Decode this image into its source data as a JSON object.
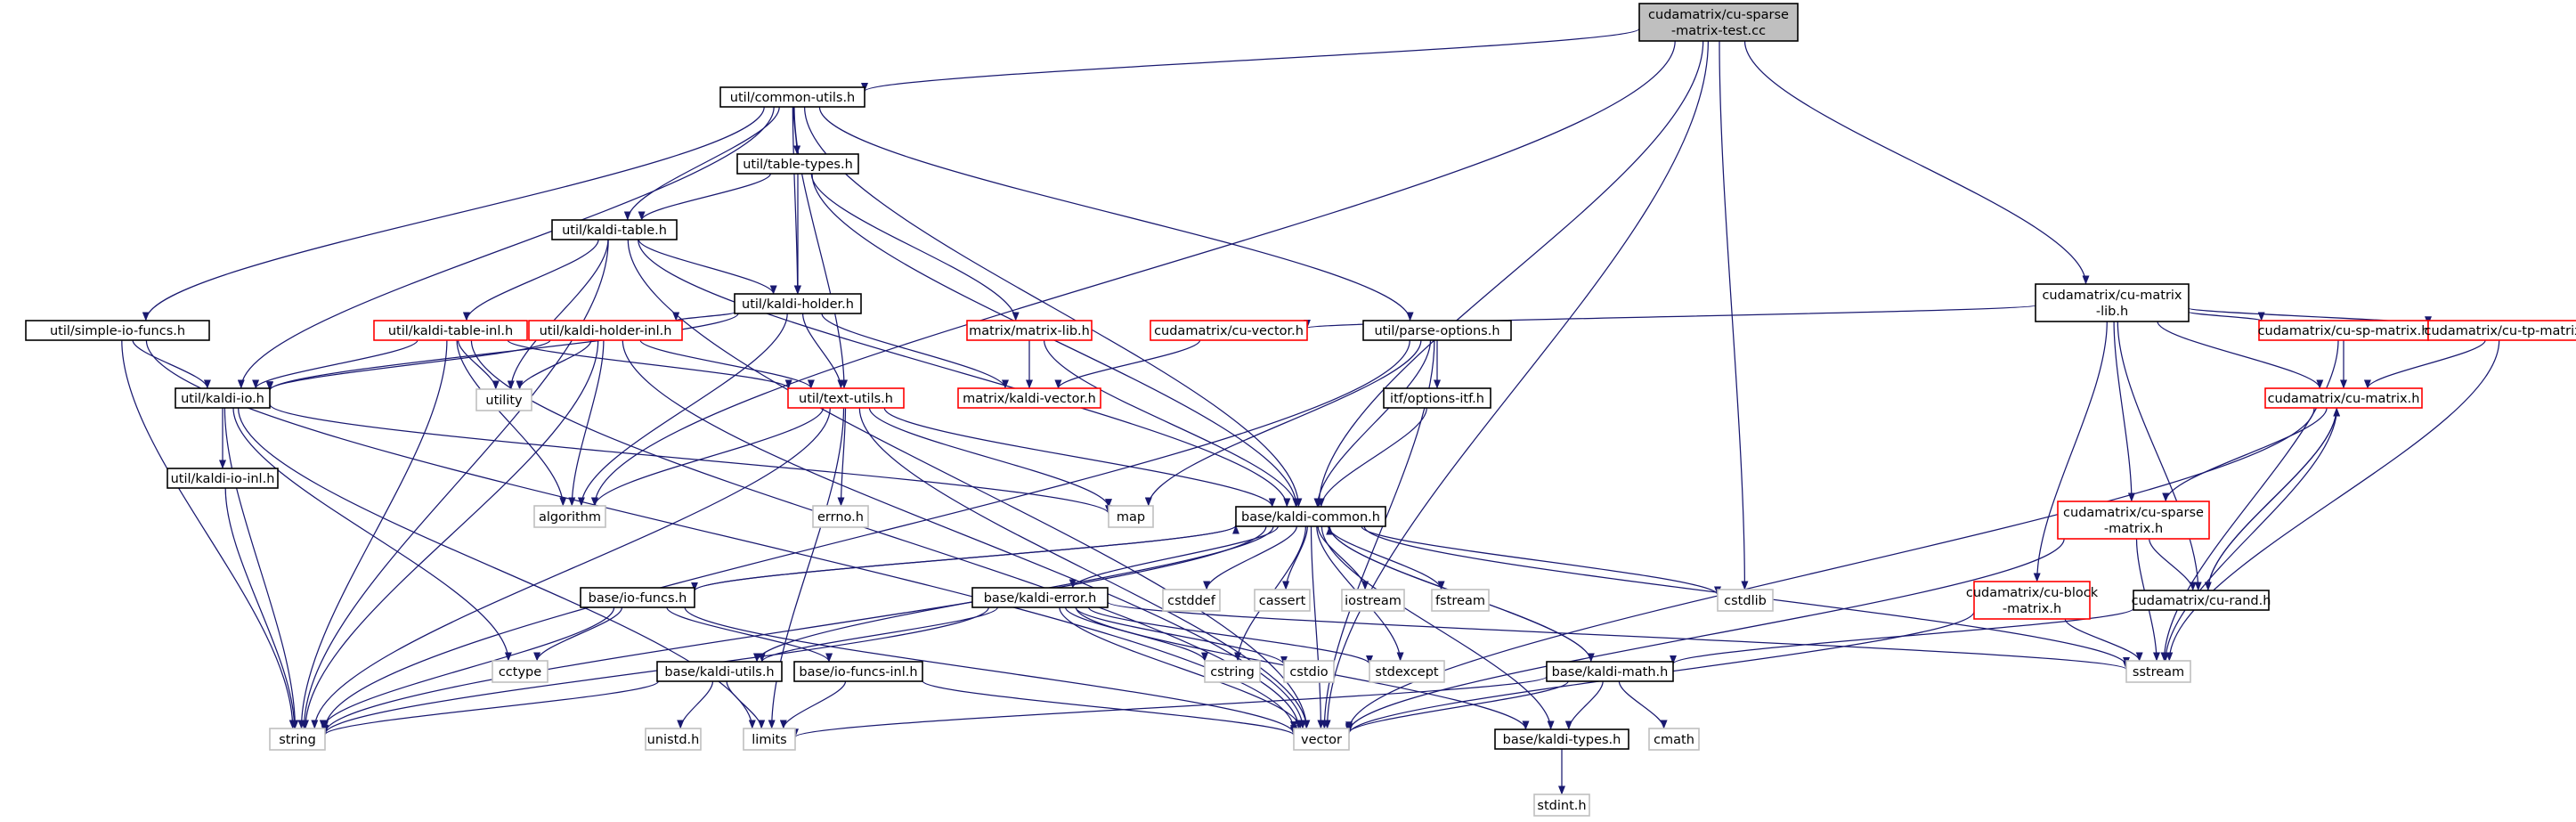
{
  "colors": {
    "edge": "#191970",
    "root_fill": "#bfbfbf",
    "node_border": "#000000",
    "red_border": "#ff0000",
    "system_border": "#bfbfbf",
    "system_text": "#404040",
    "text": "#000000",
    "background": "#ffffff"
  },
  "nodes": [
    {
      "id": "root",
      "lines": [
        "cudamatrix/cu-sparse",
        "-matrix-test.cc"
      ],
      "kind": "root"
    },
    {
      "id": "common_utils",
      "lines": [
        "util/common-utils.h"
      ],
      "kind": "normal"
    },
    {
      "id": "table_types",
      "lines": [
        "util/table-types.h"
      ],
      "kind": "normal"
    },
    {
      "id": "kaldi_table",
      "lines": [
        "util/kaldi-table.h"
      ],
      "kind": "normal"
    },
    {
      "id": "kaldi_holder",
      "lines": [
        "util/kaldi-holder.h"
      ],
      "kind": "normal"
    },
    {
      "id": "simple_io",
      "lines": [
        "util/simple-io-funcs.h"
      ],
      "kind": "normal"
    },
    {
      "id": "table_inl",
      "lines": [
        "util/kaldi-table-inl.h"
      ],
      "kind": "red"
    },
    {
      "id": "holder_inl",
      "lines": [
        "util/kaldi-holder-inl.h"
      ],
      "kind": "red"
    },
    {
      "id": "matrix_lib",
      "lines": [
        "matrix/matrix-lib.h"
      ],
      "kind": "red"
    },
    {
      "id": "cu_vector",
      "lines": [
        "cudamatrix/cu-vector.h"
      ],
      "kind": "red"
    },
    {
      "id": "parse_options",
      "lines": [
        "util/parse-options.h"
      ],
      "kind": "normal"
    },
    {
      "id": "cu_matrix_lib",
      "lines": [
        "cudamatrix/cu-matrix",
        "-lib.h"
      ],
      "kind": "normal"
    },
    {
      "id": "cu_sp",
      "lines": [
        "cudamatrix/cu-sp-matrix.h"
      ],
      "kind": "red"
    },
    {
      "id": "cu_tp",
      "lines": [
        "cudamatrix/cu-tp-matrix.h"
      ],
      "kind": "red"
    },
    {
      "id": "kaldi_io",
      "lines": [
        "util/kaldi-io.h"
      ],
      "kind": "normal"
    },
    {
      "id": "utility",
      "lines": [
        "utility"
      ],
      "kind": "system"
    },
    {
      "id": "text_utils",
      "lines": [
        "util/text-utils.h"
      ],
      "kind": "red"
    },
    {
      "id": "kaldi_vector",
      "lines": [
        "matrix/kaldi-vector.h"
      ],
      "kind": "red"
    },
    {
      "id": "options_itf",
      "lines": [
        "itf/options-itf.h"
      ],
      "kind": "normal"
    },
    {
      "id": "cu_matrix",
      "lines": [
        "cudamatrix/cu-matrix.h"
      ],
      "kind": "red"
    },
    {
      "id": "io_inl",
      "lines": [
        "util/kaldi-io-inl.h"
      ],
      "kind": "normal"
    },
    {
      "id": "algorithm",
      "lines": [
        "algorithm"
      ],
      "kind": "system"
    },
    {
      "id": "errno",
      "lines": [
        "errno.h"
      ],
      "kind": "system"
    },
    {
      "id": "map",
      "lines": [
        "map"
      ],
      "kind": "system"
    },
    {
      "id": "kaldi_common",
      "lines": [
        "base/kaldi-common.h"
      ],
      "kind": "normal"
    },
    {
      "id": "cu_sparse",
      "lines": [
        "cudamatrix/cu-sparse",
        "-matrix.h"
      ],
      "kind": "red"
    },
    {
      "id": "io_funcs",
      "lines": [
        "base/io-funcs.h"
      ],
      "kind": "normal"
    },
    {
      "id": "kaldi_error",
      "lines": [
        "base/kaldi-error.h"
      ],
      "kind": "normal"
    },
    {
      "id": "cstddef",
      "lines": [
        "cstddef"
      ],
      "kind": "system"
    },
    {
      "id": "cassert",
      "lines": [
        "cassert"
      ],
      "kind": "system"
    },
    {
      "id": "iostream",
      "lines": [
        "iostream"
      ],
      "kind": "system"
    },
    {
      "id": "fstream",
      "lines": [
        "fstream"
      ],
      "kind": "system"
    },
    {
      "id": "cstdlib",
      "lines": [
        "cstdlib"
      ],
      "kind": "system"
    },
    {
      "id": "cu_block",
      "lines": [
        "cudamatrix/cu-block",
        "-matrix.h"
      ],
      "kind": "red"
    },
    {
      "id": "cu_rand",
      "lines": [
        "cudamatrix/cu-rand.h"
      ],
      "kind": "normal"
    },
    {
      "id": "cctype",
      "lines": [
        "cctype"
      ],
      "kind": "system"
    },
    {
      "id": "cstring",
      "lines": [
        "cstring"
      ],
      "kind": "system"
    },
    {
      "id": "cstdio",
      "lines": [
        "cstdio"
      ],
      "kind": "system"
    },
    {
      "id": "stdexcept",
      "lines": [
        "stdexcept"
      ],
      "kind": "system"
    },
    {
      "id": "kaldi_math",
      "lines": [
        "base/kaldi-math.h"
      ],
      "kind": "normal"
    },
    {
      "id": "sstream",
      "lines": [
        "sstream"
      ],
      "kind": "system"
    },
    {
      "id": "kaldi_utils",
      "lines": [
        "base/kaldi-utils.h"
      ],
      "kind": "normal"
    },
    {
      "id": "io_funcs_inl",
      "lines": [
        "base/io-funcs-inl.h"
      ],
      "kind": "normal"
    },
    {
      "id": "string",
      "lines": [
        "string"
      ],
      "kind": "system"
    },
    {
      "id": "unistd",
      "lines": [
        "unistd.h"
      ],
      "kind": "system"
    },
    {
      "id": "limits",
      "lines": [
        "limits"
      ],
      "kind": "system"
    },
    {
      "id": "vector",
      "lines": [
        "vector"
      ],
      "kind": "system"
    },
    {
      "id": "kaldi_types",
      "lines": [
        "base/kaldi-types.h"
      ],
      "kind": "normal"
    },
    {
      "id": "cmath",
      "lines": [
        "cmath"
      ],
      "kind": "system"
    },
    {
      "id": "stdint",
      "lines": [
        "stdint.h"
      ],
      "kind": "system"
    }
  ],
  "edges": [
    [
      "root",
      "common_utils"
    ],
    [
      "root",
      "algorithm"
    ],
    [
      "root",
      "kaldi_common"
    ],
    [
      "root",
      "cu_matrix_lib"
    ],
    [
      "root",
      "cstdlib"
    ],
    [
      "root",
      "vector"
    ],
    [
      "common_utils",
      "table_types"
    ],
    [
      "common_utils",
      "kaldi_table"
    ],
    [
      "common_utils",
      "kaldi_holder"
    ],
    [
      "common_utils",
      "simple_io"
    ],
    [
      "common_utils",
      "kaldi_io"
    ],
    [
      "common_utils",
      "text_utils"
    ],
    [
      "common_utils",
      "parse_options"
    ],
    [
      "common_utils",
      "kaldi_common"
    ],
    [
      "table_types",
      "kaldi_table"
    ],
    [
      "table_types",
      "kaldi_holder"
    ],
    [
      "table_types",
      "matrix_lib"
    ],
    [
      "table_types",
      "kaldi_common"
    ],
    [
      "kaldi_table",
      "kaldi_holder"
    ],
    [
      "kaldi_table",
      "table_inl"
    ],
    [
      "kaldi_table",
      "utility"
    ],
    [
      "kaldi_table",
      "string"
    ],
    [
      "kaldi_table",
      "vector"
    ],
    [
      "kaldi_table",
      "kaldi_common"
    ],
    [
      "kaldi_holder",
      "holder_inl"
    ],
    [
      "kaldi_holder",
      "kaldi_io"
    ],
    [
      "kaldi_holder",
      "text_utils"
    ],
    [
      "kaldi_holder",
      "kaldi_vector"
    ],
    [
      "kaldi_holder",
      "algorithm"
    ],
    [
      "simple_io",
      "kaldi_io"
    ],
    [
      "simple_io",
      "string"
    ],
    [
      "simple_io",
      "vector"
    ],
    [
      "table_inl",
      "kaldi_io"
    ],
    [
      "table_inl",
      "text_utils"
    ],
    [
      "table_inl",
      "utility"
    ],
    [
      "table_inl",
      "algorithm"
    ],
    [
      "table_inl",
      "string"
    ],
    [
      "table_inl",
      "vector"
    ],
    [
      "holder_inl",
      "kaldi_io"
    ],
    [
      "holder_inl",
      "text_utils"
    ],
    [
      "holder_inl",
      "utility"
    ],
    [
      "holder_inl",
      "algorithm"
    ],
    [
      "holder_inl",
      "string"
    ],
    [
      "holder_inl",
      "vector"
    ],
    [
      "matrix_lib",
      "kaldi_vector"
    ],
    [
      "matrix_lib",
      "kaldi_common"
    ],
    [
      "cu_vector",
      "kaldi_vector"
    ],
    [
      "parse_options",
      "options_itf"
    ],
    [
      "parse_options",
      "kaldi_common"
    ],
    [
      "parse_options",
      "map"
    ],
    [
      "parse_options",
      "string"
    ],
    [
      "parse_options",
      "vector"
    ],
    [
      "options_itf",
      "kaldi_common"
    ],
    [
      "cu_matrix_lib",
      "cu_vector"
    ],
    [
      "cu_matrix_lib",
      "cu_sp"
    ],
    [
      "cu_matrix_lib",
      "cu_tp"
    ],
    [
      "cu_matrix_lib",
      "cu_matrix"
    ],
    [
      "cu_matrix_lib",
      "cu_sparse"
    ],
    [
      "cu_matrix_lib",
      "cu_block"
    ],
    [
      "cu_matrix_lib",
      "cu_rand"
    ],
    [
      "cu_sp",
      "cu_matrix"
    ],
    [
      "cu_sp",
      "sstream"
    ],
    [
      "cu_tp",
      "cu_matrix"
    ],
    [
      "cu_tp",
      "sstream"
    ],
    [
      "cu_matrix",
      "cu_sparse"
    ],
    [
      "cu_matrix",
      "cu_rand"
    ],
    [
      "cu_matrix",
      "sstream"
    ],
    [
      "cu_matrix",
      "vector"
    ],
    [
      "cu_sparse",
      "cu_rand"
    ],
    [
      "cu_sparse",
      "sstream"
    ],
    [
      "cu_sparse",
      "vector"
    ],
    [
      "cu_rand",
      "cu_matrix"
    ],
    [
      "cu_rand",
      "kaldi_math"
    ],
    [
      "cu_block",
      "sstream"
    ],
    [
      "cu_block",
      "vector"
    ],
    [
      "kaldi_io",
      "io_inl"
    ],
    [
      "kaldi_io",
      "cctype"
    ],
    [
      "kaldi_io",
      "string"
    ],
    [
      "kaldi_io",
      "limits"
    ],
    [
      "kaldi_io",
      "map"
    ],
    [
      "io_inl",
      "string"
    ],
    [
      "text_utils",
      "errno"
    ],
    [
      "text_utils",
      "algorithm"
    ],
    [
      "text_utils",
      "map"
    ],
    [
      "text_utils",
      "kaldi_common"
    ],
    [
      "text_utils",
      "string"
    ],
    [
      "text_utils",
      "vector"
    ],
    [
      "text_utils",
      "limits"
    ],
    [
      "kaldi_common",
      "io_funcs"
    ],
    [
      "kaldi_common",
      "kaldi_error"
    ],
    [
      "kaldi_common",
      "kaldi_math"
    ],
    [
      "kaldi_common",
      "kaldi_utils"
    ],
    [
      "kaldi_common",
      "kaldi_types"
    ],
    [
      "kaldi_common",
      "cstddef"
    ],
    [
      "kaldi_common",
      "cassert"
    ],
    [
      "kaldi_common",
      "iostream"
    ],
    [
      "kaldi_common",
      "fstream"
    ],
    [
      "kaldi_common",
      "cstdlib"
    ],
    [
      "kaldi_common",
      "cstring"
    ],
    [
      "kaldi_common",
      "stdexcept"
    ],
    [
      "kaldi_common",
      "sstream"
    ],
    [
      "kaldi_common",
      "vector"
    ],
    [
      "kaldi_common",
      "string"
    ],
    [
      "io_funcs",
      "kaldi_common"
    ],
    [
      "io_funcs",
      "io_funcs_inl"
    ],
    [
      "io_funcs",
      "cctype"
    ],
    [
      "io_funcs",
      "string"
    ],
    [
      "io_funcs",
      "vector"
    ],
    [
      "io_funcs_inl",
      "limits"
    ],
    [
      "io_funcs_inl",
      "vector"
    ],
    [
      "kaldi_error",
      "kaldi_utils"
    ],
    [
      "kaldi_error",
      "kaldi_types"
    ],
    [
      "kaldi_error",
      "cstring"
    ],
    [
      "kaldi_error",
      "cstdio"
    ],
    [
      "kaldi_error",
      "stdexcept"
    ],
    [
      "kaldi_error",
      "sstream"
    ],
    [
      "kaldi_error",
      "string"
    ],
    [
      "kaldi_error",
      "vector"
    ],
    [
      "kaldi_math",
      "kaldi_common"
    ],
    [
      "kaldi_math",
      "kaldi_types"
    ],
    [
      "kaldi_math",
      "cmath"
    ],
    [
      "kaldi_math",
      "limits"
    ],
    [
      "kaldi_math",
      "vector"
    ],
    [
      "kaldi_utils",
      "string"
    ],
    [
      "kaldi_utils",
      "unistd"
    ],
    [
      "kaldi_utils",
      "limits"
    ],
    [
      "kaldi_types",
      "stdint"
    ]
  ]
}
